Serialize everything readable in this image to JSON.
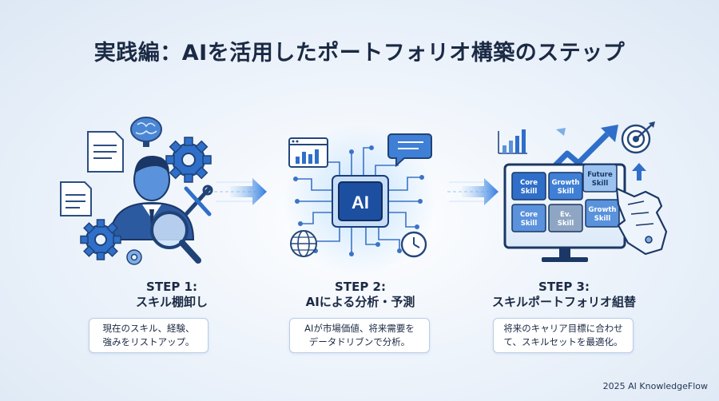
{
  "title": "実践編：AIを活用したポートフォリオ構築のステップ",
  "steps": [
    {
      "number": "STEP 1:",
      "name": "スキル棚卸し",
      "desc_line1": "現在のスキル、経験、",
      "desc_line2": "強みをリストアップ。"
    },
    {
      "number": "STEP 2:",
      "name": "AIによる分析・予測",
      "desc_line1": "AIが市場価値、将来需要を",
      "desc_line2": "データドリブンで分析。"
    },
    {
      "number": "STEP 3:",
      "name": "スキルポートフォリオ組替",
      "desc_line1": "将来のキャリア目標に合わせ",
      "desc_line2": "て、スキルセットを最適化。"
    }
  ],
  "chip_label": "AI",
  "skills": {
    "core1_a": "Core",
    "core1_b": "Skill",
    "growth1_a": "Growth",
    "growth1_b": "Skill",
    "future_a": "Future",
    "future_b": "Skill",
    "core2_a": "Core",
    "core2_b": "Skill",
    "ev_a": "Ev.",
    "ev_b": "Skill",
    "growth2_a": "Growth",
    "growth2_b": "Skill"
  },
  "footer": "2025 AI KnowledgeFlow",
  "colors": {
    "primary": "#2f6fc9",
    "dark_navy": "#1b2a44",
    "light_blue": "#8fb6e8",
    "chip": "#1d4fa0"
  }
}
